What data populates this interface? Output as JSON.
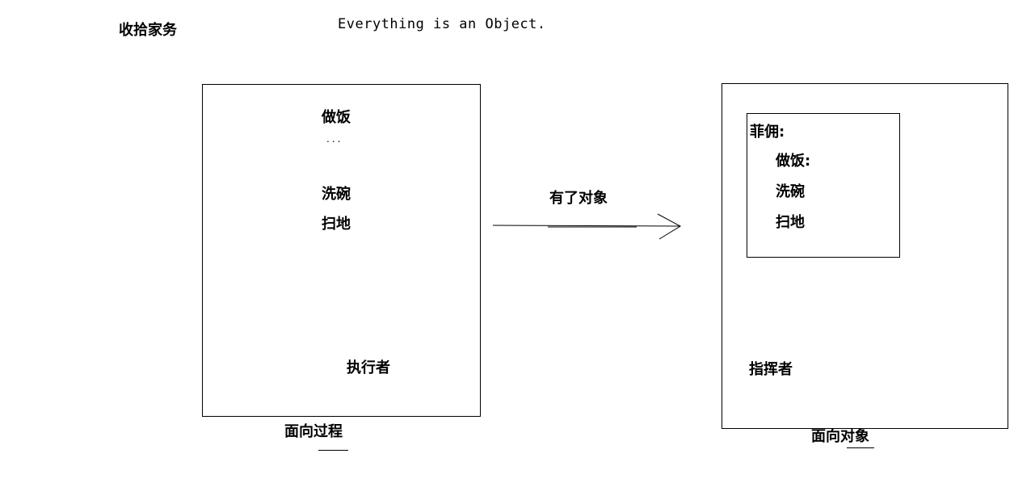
{
  "header": {
    "title": "收拾家务",
    "motto": "Everything is  an   Object."
  },
  "left_panel": {
    "task_1": "做饭",
    "ellipsis": "...",
    "task_2": "洗碗",
    "task_3": "扫地",
    "role": "执行者",
    "caption": "面向过程"
  },
  "arrow": {
    "label": "有了对象"
  },
  "right_panel": {
    "inner": {
      "name": "菲佣:",
      "task_1": "做饭:",
      "task_2": "洗碗",
      "task_3": "扫地"
    },
    "role": "指挥者",
    "caption": "面向对象"
  }
}
